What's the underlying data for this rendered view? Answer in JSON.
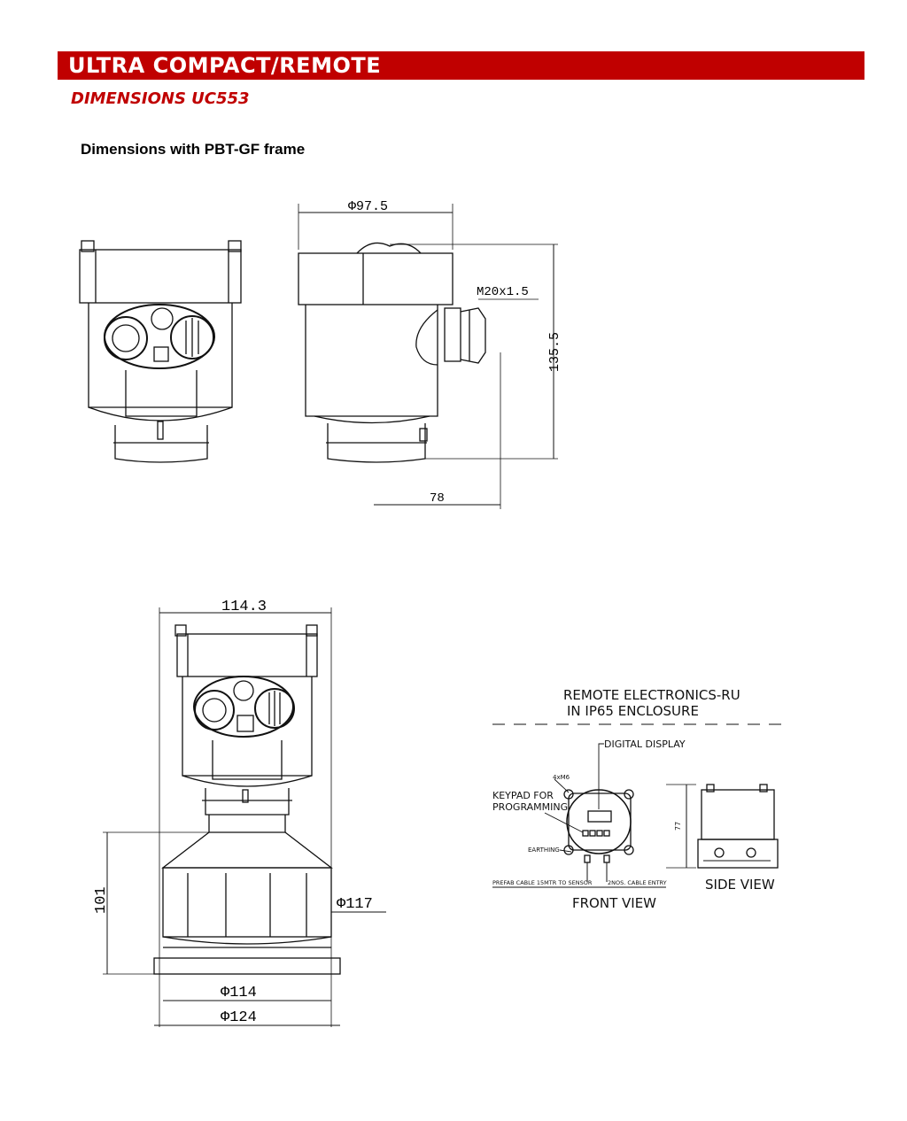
{
  "header": {
    "title": "ULTRA COMPACT/REMOTE",
    "subtitle": "DIMENSIONS UC553",
    "caption": "Dimensions with PBT-GF  frame"
  },
  "drawing_top": {
    "diameter": "Φ97.5",
    "thread": "M20x1.5",
    "height": "135.5",
    "width": "78"
  },
  "drawing_bottom": {
    "width": "114.3",
    "height": "101",
    "flange_diameter": "Φ117",
    "base_diameter": "Φ114",
    "outer_diameter": "Φ124"
  },
  "remote": {
    "title_line1": "REMOTE ELECTRONICS-RU",
    "title_line2": "IN IP65 ENCLOSURE",
    "digital_display": "DIGITAL DISPLAY",
    "bolts": "4xM6",
    "keypad_line1": "KEYPAD FOR",
    "keypad_line2": "PROGRAMMING",
    "earthing": "EARTHING",
    "cable": "PREFAB CABLE 15MTR TO SENSOR",
    "entry": "2NOS. CABLE ENTRY",
    "front_view": "FRONT VIEW",
    "side_view": "SIDE VIEW",
    "side_dim": "77"
  }
}
